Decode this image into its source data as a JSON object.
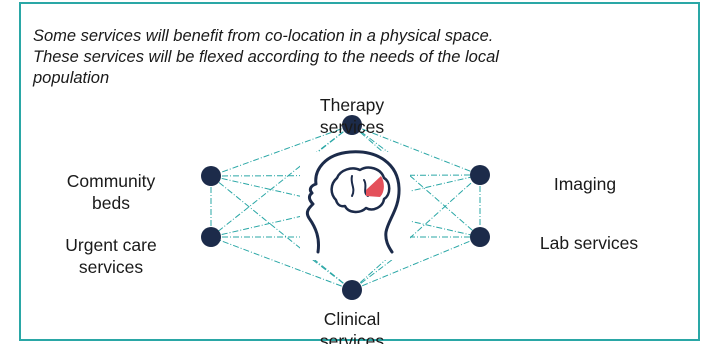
{
  "caption": {
    "line1": "Some services will benefit from co-location in a physical space.",
    "line2": "These services will be flexed according to the needs of the local",
    "line3": "population"
  },
  "nodes": {
    "therapy": {
      "line1": "Therapy",
      "line2": "services"
    },
    "community": {
      "line1": "Community",
      "line2": "beds"
    },
    "urgent": {
      "line1": "Urgent care",
      "line2": "services"
    },
    "imaging": {
      "line1": "Imaging"
    },
    "lab": {
      "line1": "Lab services"
    },
    "clinical": {
      "line1": "Clinical",
      "line2": "services"
    }
  },
  "colors": {
    "border": "#2aa7a6",
    "node": "#1c2b4a",
    "connector": "#2aa7a6",
    "head_outline": "#1c2b4a",
    "brain_highlight": "#e4505a"
  },
  "icons": {
    "center": "head-brain-icon"
  }
}
